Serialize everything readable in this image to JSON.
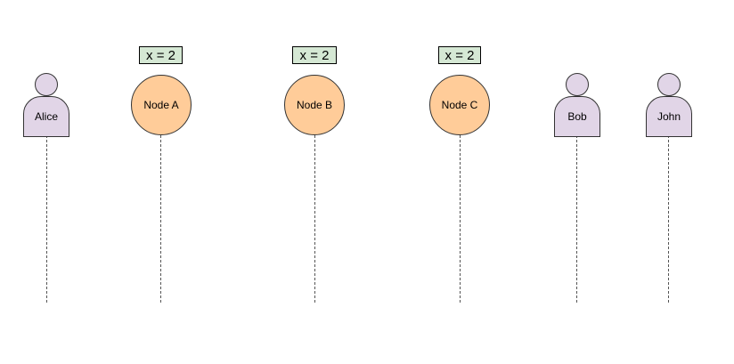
{
  "diagram": {
    "actors": [
      {
        "id": "alice",
        "label": "Alice"
      },
      {
        "id": "bob",
        "label": "Bob"
      },
      {
        "id": "john",
        "label": "John"
      }
    ],
    "nodes": [
      {
        "id": "node-a",
        "label": "Node A",
        "state": "x = 2"
      },
      {
        "id": "node-b",
        "label": "Node B",
        "state": "x = 2"
      },
      {
        "id": "node-c",
        "label": "Node C",
        "state": "x = 2"
      }
    ],
    "colors": {
      "actor_fill": "#e1d5e7",
      "node_fill": "#ffcc99",
      "state_box_fill": "#d5e8d4"
    }
  }
}
